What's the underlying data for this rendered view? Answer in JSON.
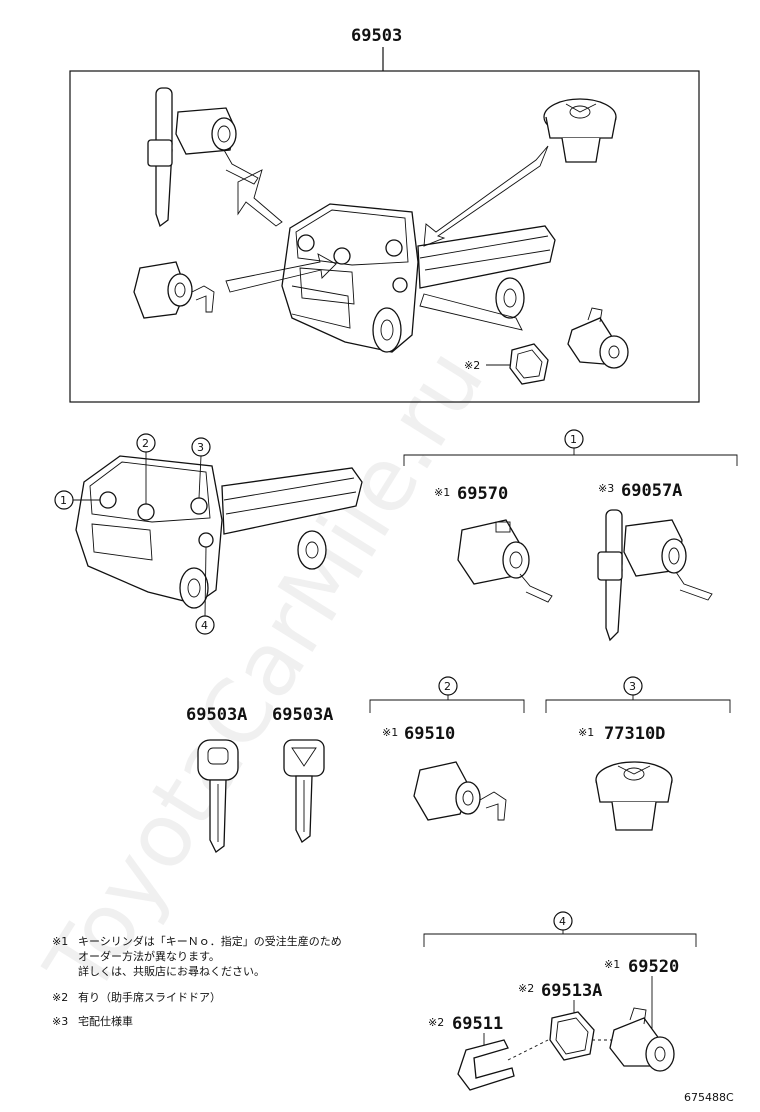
{
  "watermark": "ToyotaCarMile.ru",
  "main_assembly": {
    "part_no": "69503"
  },
  "assembly_marks": {
    "note2_mark": "※2"
  },
  "position_circles": [
    "1",
    "2",
    "3",
    "4"
  ],
  "groups": {
    "g1": {
      "circle": "1",
      "parts": [
        {
          "mark": "※1",
          "part_no": "69570"
        },
        {
          "mark": "※3",
          "part_no": "69057A"
        }
      ]
    },
    "g2": {
      "circle": "2",
      "parts": [
        {
          "mark": "※1",
          "part_no": "69510"
        }
      ]
    },
    "g3": {
      "circle": "3",
      "parts": [
        {
          "mark": "※1",
          "part_no": "77310D"
        }
      ]
    },
    "g4": {
      "circle": "4",
      "parts": [
        {
          "mark": "※1",
          "part_no": "69520"
        },
        {
          "mark": "※2",
          "part_no": "69513A"
        },
        {
          "mark": "※2",
          "part_no": "69511"
        }
      ]
    }
  },
  "keys": [
    {
      "part_no": "69503A"
    },
    {
      "part_no": "69503A"
    }
  ],
  "notes": [
    {
      "mark": "※1",
      "lines": [
        "キーシリンダは「キーＮｏ．指定」の受注生産のため",
        "オーダー方法が異なります。",
        "詳しくは、共販店にお尋ねください。"
      ]
    },
    {
      "mark": "※2",
      "lines": [
        "有り（助手席スライドドア）"
      ]
    },
    {
      "mark": "※3",
      "lines": [
        "宅配仕様車"
      ]
    }
  ],
  "figure_code": "675488C"
}
